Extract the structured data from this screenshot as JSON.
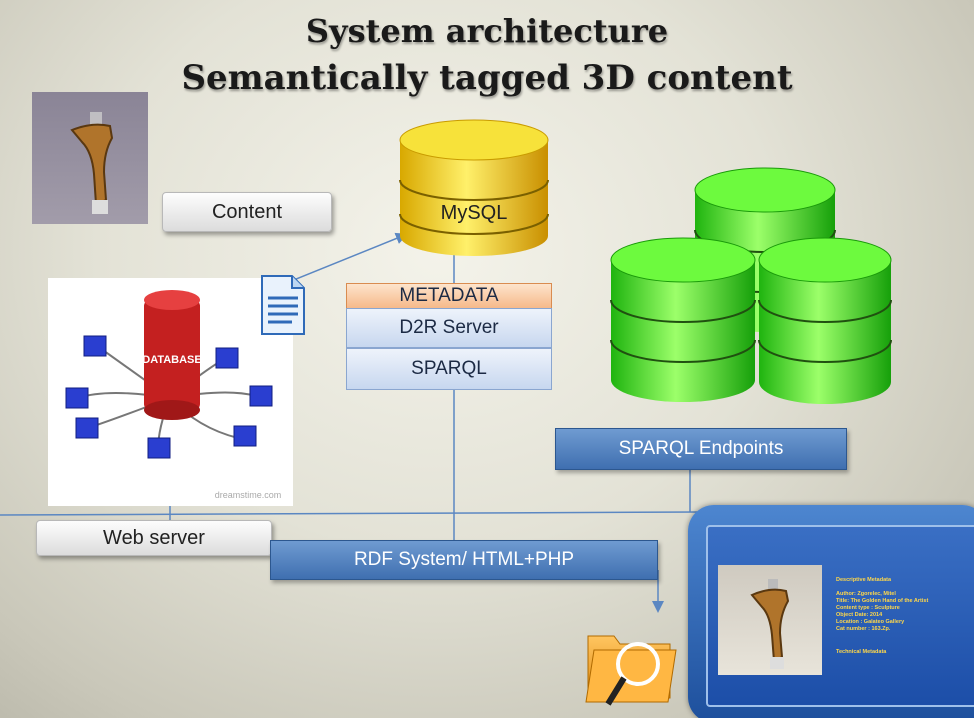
{
  "title": {
    "line1": "System architecture",
    "line2": "Semantically tagged 3D content"
  },
  "labels": {
    "content": "Content",
    "mysql": "MySQL",
    "metadata": "METADATA",
    "d2r_server": "D2R Server",
    "sparql": "SPARQL",
    "sparql_endpoints": "SPARQL Endpoints",
    "web_server": "Web server",
    "rdf_system": "RDF System/ HTML+PHP"
  },
  "database_image": {
    "drum_label": "DATABASE",
    "watermark": "dreamstime.com"
  },
  "viewer_panel": {
    "heading": "Descriptive Metadata",
    "lines": [
      "Author: Zgorelec, Mitel",
      "Title: The Golden Hand of the Artist",
      "Content type : Sculpture",
      "Object Date: 2014",
      "Location : Galateo Gallery",
      "Cat number : 163.Zp."
    ],
    "footer": "Technical Metadata"
  },
  "colors": {
    "mysql_db": "#f2d21b",
    "sparql_dbs": "#3ee01e",
    "blue_box": "#4f7fbf",
    "metadata_box": "#fbd4b4",
    "stack_box": "#dbe6f6",
    "panel_bezel": "#2f6ab8",
    "panel_screen": "#2455b0"
  },
  "icons": [
    "document-icon",
    "folder-icon",
    "sculpture-hand-image",
    "database-network-image"
  ]
}
